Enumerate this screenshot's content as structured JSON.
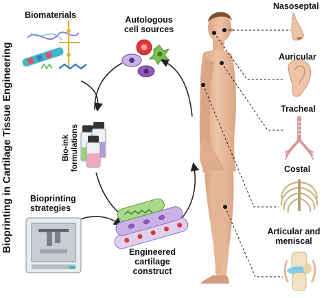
{
  "title": "Bioprinting in Cartilage Tissue Engineering",
  "workflow": {
    "biomaterials": "Biomaterials",
    "cell_sources_line1": "Autologous",
    "cell_sources_line2": "cell sources",
    "bioink_line1": "Bio-ink",
    "bioink_line2": "formulations",
    "strategies_line1": "Bioprinting",
    "strategies_line2": "strategies",
    "construct_line1": "Engineered",
    "construct_line2": "cartilage",
    "construct_line3": "construct"
  },
  "cartilage_types": [
    "Nasoseptal",
    "Auricular",
    "Tracheal",
    "Costal",
    "Articular and",
    "meniscal"
  ],
  "colors": {
    "skin": "#e8b99a",
    "skin_shadow": "#d49d7e",
    "vial_green": "#9bd07a",
    "vial_pink": "#f3a6c0",
    "vial_purple": "#b59be0",
    "cell_red": "#e0373a",
    "cell_purple": "#8e5bb5",
    "cell_green": "#7cbf55",
    "bone": "#f1e3c2"
  }
}
